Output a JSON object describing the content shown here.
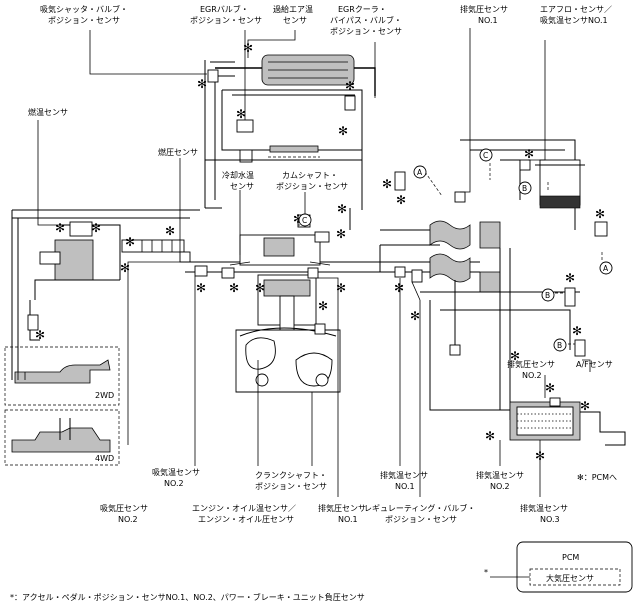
{
  "labels": {
    "shutter_valve_sensor": [
      "吸気シャッタ・バルブ・",
      "ポジション・センサ"
    ],
    "egr_valve_sensor": [
      "EGRバルブ・",
      "ポジション・センサ"
    ],
    "boost_temp_sensor": [
      "過給エア温",
      "センサ"
    ],
    "egr_cooler_bypass_sensor": [
      "EGRクーラ・",
      "バイパス・バルブ・",
      "ポジション・センサ"
    ],
    "exhaust_pressure_sensor_no1_top": [
      "排気圧センサ",
      "NO.1"
    ],
    "airflow_sensor": [
      "エアフロ・センサ／",
      "吸気温センサNO.1"
    ],
    "fuel_temp_sensor": "燃温センサ",
    "fuel_pressure_sensor": "燃圧センサ",
    "coolant_temp_sensor": [
      "冷却水温",
      "センサ"
    ],
    "camshaft_sensor": [
      "カムシャフト・",
      "ポジション・センサ"
    ],
    "drive_2wd": "2WD",
    "drive_4wd": "4WD",
    "intake_temp_sensor_no2": [
      "吸気温センサ",
      "NO.2"
    ],
    "intake_pressure_sensor_no2": [
      "吸気圧センサ",
      "NO.2"
    ],
    "oil_sensor": [
      "エンジン・オイル温センサ／",
      "エンジン・オイル圧センサ"
    ],
    "crankshaft_sensor": [
      "クランクシャフト・",
      "ポジション・センサ"
    ],
    "exhaust_temp_sensor_no1": [
      "排気温センサ",
      "NO.1"
    ],
    "exhaust_pressure_sensor_no1_bottom": [
      "排気圧センサ",
      "NO.1"
    ],
    "regulating_valve_sensor": [
      "レギュレーティング・バルブ・",
      "ポジション・センサ"
    ],
    "exhaust_pressure_sensor_no2": [
      "排気圧センサ",
      "NO.2"
    ],
    "af_sensor": "A/Fセンサ",
    "exhaust_temp_sensor_no2": [
      "排気温センサ",
      "NO.2"
    ],
    "exhaust_temp_sensor_no3": [
      "排気温センサ",
      "NO.3"
    ],
    "star_pcm_legend": "✻：PCMへ",
    "pcm_title": "PCM",
    "baro_sensor": "大気圧センサ",
    "pcm_star": "*",
    "footnote": "*：アクセル・ペダル・ポジション・センサNO.1、NO.2、パワー・ブレーキ・ユニット負圧センサ"
  },
  "markers": {
    "a": "A",
    "b": "B",
    "c": "C",
    "star": "✻"
  }
}
